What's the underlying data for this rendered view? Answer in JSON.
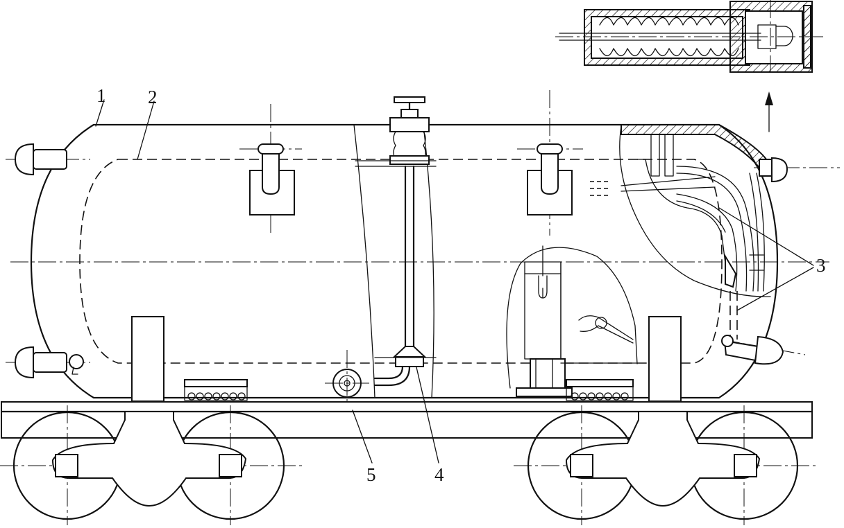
{
  "labels": {
    "l1": "1",
    "l2": "2",
    "l3": "3",
    "l4": "4",
    "l5": "5"
  },
  "colors": {
    "line": "#111111",
    "background": "#ffffff"
  }
}
